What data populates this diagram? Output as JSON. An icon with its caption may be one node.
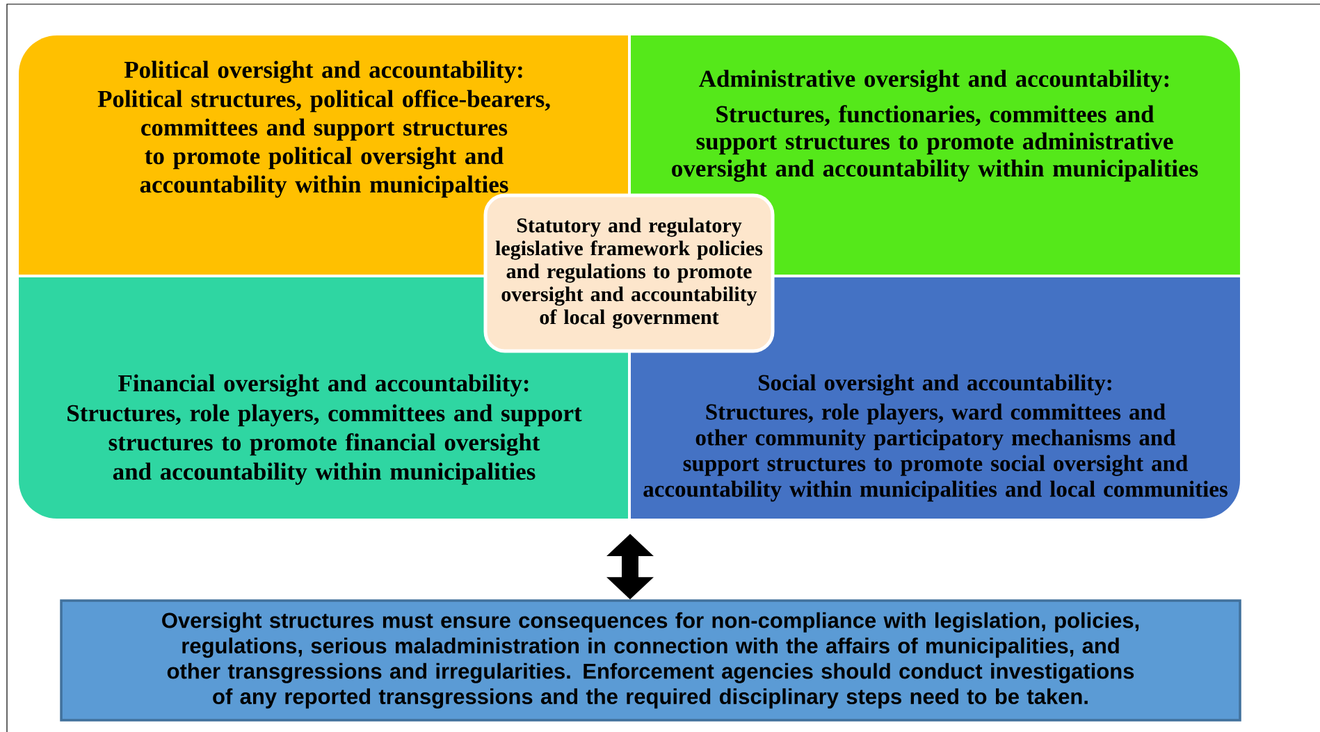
{
  "diagram": {
    "nodes": [
      {
        "text": [
          "Political oversight and accountability:",
          "Political structures, political office-bearers, committees and support structures to promote political oversight and accountability within municipalties"
        ]
      },
      {
        "text": [
          "Administrative oversight and accountability:",
          "Structures, functionaries, committees and support structures to promote administrative oversight and accountability within municipalities"
        ]
      },
      {
        "text": [
          "Statutory and regulatory legislative framework policies and regulations to promote oversight and accountability of local government"
        ]
      },
      {
        "text": [
          "Financial oversight and accountability:",
          "Structures, role players, committees and support structures to promote financial oversight and accountability within municipalities"
        ]
      },
      {
        "text": [
          "Social oversight and accountability:",
          "Structures, role players, ward committees and other community participatory mechanisms and support structures to promote social oversight and accountability within municipalities and local communities"
        ]
      },
      {
        "text": [
          "Oversight structures must ensure consequences for non-compliance with legislation, policies, regulations, serious maladministration in connection with the affairs of municipalities, and other transgressions and irregularities. Enforcement agencies should conduct investigations of any reported transgressions and the required disciplinary steps need to be taken."
        ]
      }
    ],
    "edges": [
      {
        "from": null,
        "to": 5,
        "arrow": "both"
      }
    ]
  }
}
